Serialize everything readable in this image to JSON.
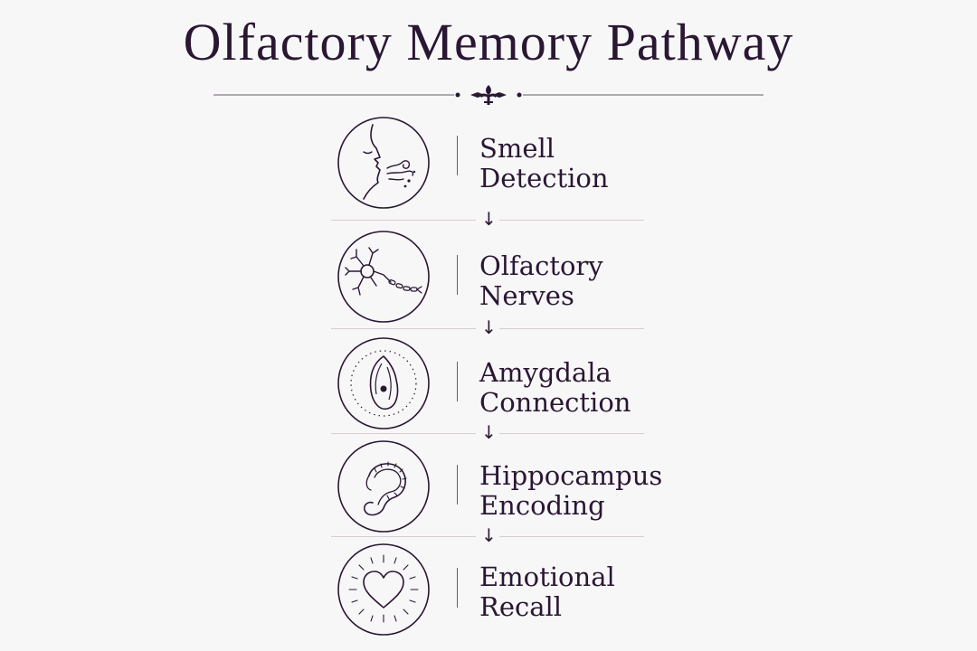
{
  "title": "Olfactory Memory Pathway",
  "steps": [
    {
      "icon": "face-inhaling-icon",
      "line1": "Smell",
      "line2": "Detection"
    },
    {
      "icon": "neuron-icon",
      "line1": "Olfactory",
      "line2": "Nerves"
    },
    {
      "icon": "amygdala-icon",
      "line1": "Amygdala",
      "line2": "Connection"
    },
    {
      "icon": "hippocampus-icon",
      "line1": "Hippocampus",
      "line2": "Encoding"
    },
    {
      "icon": "heart-icon",
      "line1": "Emotional",
      "line2": "Recall"
    }
  ],
  "arrow_glyph": "↓",
  "colors": {
    "ink": "#2a1733",
    "background": "#f8f7f8",
    "divider": "#d8ccd6"
  }
}
